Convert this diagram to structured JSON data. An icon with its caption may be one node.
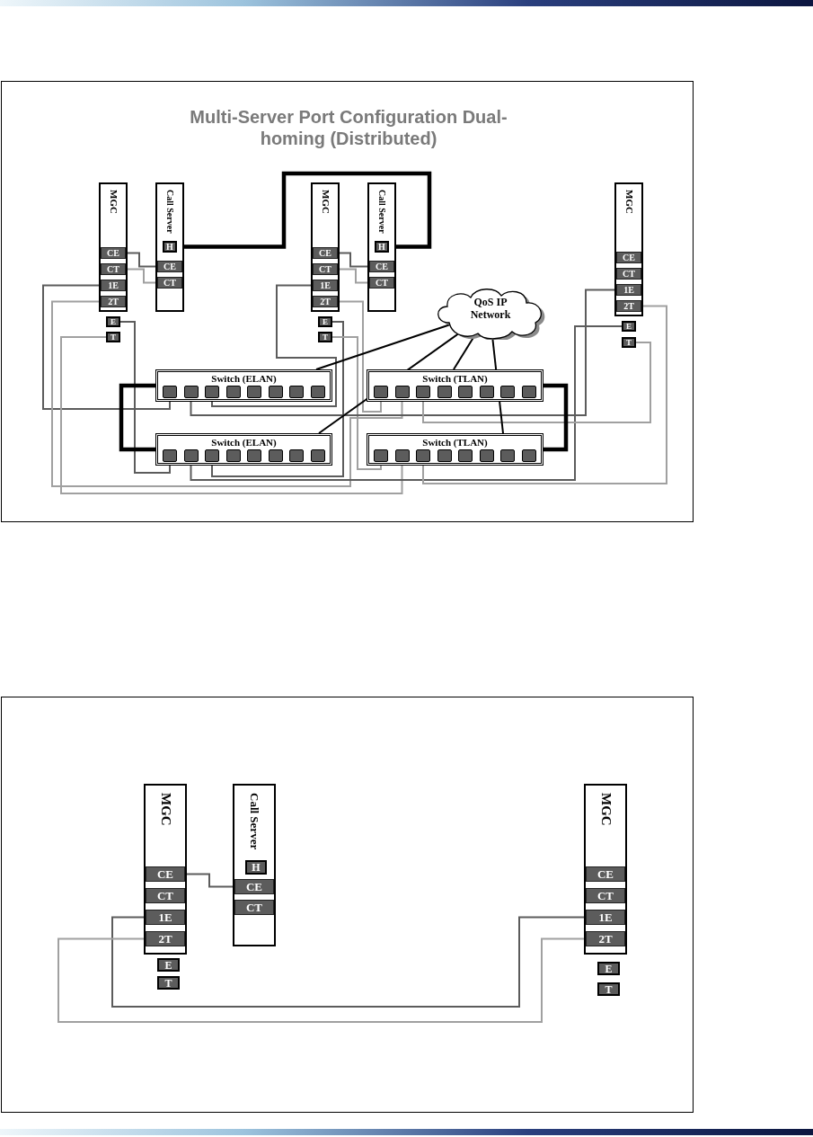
{
  "diagram": {
    "title": "Multi-Server Port Configuration Dual-homing (Distributed)",
    "nodes": [
      {
        "text": [
          "MGC"
        ]
      },
      {
        "text": [
          "CE"
        ],
        "in": 0
      },
      {
        "text": [
          "CT"
        ],
        "in": 0
      },
      {
        "text": [
          "1E"
        ],
        "in": 0
      },
      {
        "text": [
          "2T"
        ],
        "in": 0
      },
      {
        "text": [
          "E"
        ]
      },
      {
        "text": [
          "T"
        ]
      },
      {
        "text": [
          "Call Server"
        ]
      },
      {
        "text": [
          "H"
        ],
        "in": 7
      },
      {
        "text": [
          "CE"
        ],
        "in": 7
      },
      {
        "text": [
          "CT"
        ],
        "in": 7
      },
      {
        "text": [
          "MGC"
        ]
      },
      {
        "text": [
          "CE"
        ],
        "in": 11
      },
      {
        "text": [
          "CT"
        ],
        "in": 11
      },
      {
        "text": [
          "1E"
        ],
        "in": 11
      },
      {
        "text": [
          "2T"
        ],
        "in": 11
      },
      {
        "text": [
          "E"
        ]
      },
      {
        "text": [
          "T"
        ]
      },
      {
        "text": [
          "Call Server"
        ]
      },
      {
        "text": [
          "H"
        ],
        "in": 18
      },
      {
        "text": [
          "CE"
        ],
        "in": 18
      },
      {
        "text": [
          "CT"
        ],
        "in": 18
      },
      {
        "text": [
          "MGC"
        ]
      },
      {
        "text": [
          "CE"
        ],
        "in": 22
      },
      {
        "text": [
          "CT"
        ],
        "in": 22
      },
      {
        "text": [
          "1E"
        ],
        "in": 22
      },
      {
        "text": [
          "2T"
        ],
        "in": 22
      },
      {
        "text": [
          "E"
        ]
      },
      {
        "text": [
          "T"
        ]
      },
      {
        "text": [
          "QoS IP Network"
        ]
      },
      {
        "text": [
          "Switch (ELAN)"
        ]
      },
      {
        "text": [],
        "shape": "box",
        "in": 30
      },
      {
        "text": [],
        "shape": "box",
        "in": 30
      },
      {
        "text": [],
        "shape": "box",
        "in": 30
      },
      {
        "text": [],
        "shape": "box",
        "in": 30
      },
      {
        "text": [],
        "shape": "box",
        "in": 30
      },
      {
        "text": [],
        "shape": "box",
        "in": 30
      },
      {
        "text": [],
        "shape": "box",
        "in": 30
      },
      {
        "text": [],
        "shape": "box",
        "in": 30
      },
      {
        "text": [
          "Switch (TLAN)"
        ]
      },
      {
        "text": [],
        "shape": "box",
        "in": 39
      },
      {
        "text": [],
        "shape": "box",
        "in": 39
      },
      {
        "text": [],
        "shape": "box",
        "in": 39
      },
      {
        "text": [],
        "shape": "box",
        "in": 39
      },
      {
        "text": [],
        "shape": "box",
        "in": 39
      },
      {
        "text": [],
        "shape": "box",
        "in": 39
      },
      {
        "text": [],
        "shape": "box",
        "in": 39
      },
      {
        "text": [],
        "shape": "box",
        "in": 39
      },
      {
        "text": [
          "Switch (ELAN)"
        ]
      },
      {
        "text": [],
        "shape": "box",
        "in": 48
      },
      {
        "text": [],
        "shape": "box",
        "in": 48
      },
      {
        "text": [],
        "shape": "box",
        "in": 48
      },
      {
        "text": [],
        "shape": "box",
        "in": 48
      },
      {
        "text": [],
        "shape": "box",
        "in": 48
      },
      {
        "text": [],
        "shape": "box",
        "in": 48
      },
      {
        "text": [],
        "shape": "box",
        "in": 48
      },
      {
        "text": [],
        "shape": "box",
        "in": 48
      },
      {
        "text": [
          "Switch (TLAN)"
        ]
      },
      {
        "text": [],
        "shape": "box",
        "in": 57
      },
      {
        "text": [],
        "shape": "box",
        "in": 57
      },
      {
        "text": [],
        "shape": "box",
        "in": 57
      },
      {
        "text": [],
        "shape": "box",
        "in": 57
      },
      {
        "text": [],
        "shape": "box",
        "in": 57
      },
      {
        "text": [],
        "shape": "box",
        "in": 57
      },
      {
        "text": [],
        "shape": "box",
        "in": 57
      },
      {
        "text": [],
        "shape": "box",
        "in": 57
      },
      {
        "text": [
          "MGC"
        ]
      },
      {
        "text": [
          "CE"
        ],
        "in": 66
      },
      {
        "text": [
          "CT"
        ],
        "in": 66
      },
      {
        "text": [
          "1E"
        ],
        "in": 66
      },
      {
        "text": [
          "2T"
        ],
        "in": 66
      },
      {
        "text": [
          "E"
        ]
      },
      {
        "text": [
          "T"
        ]
      },
      {
        "text": [
          "Call Server"
        ]
      },
      {
        "text": [
          "H"
        ],
        "in": 73
      },
      {
        "text": [
          "CE"
        ],
        "in": 73
      },
      {
        "text": [
          "CT"
        ],
        "in": 73
      },
      {
        "text": [
          "MGC"
        ]
      },
      {
        "text": [
          "CE"
        ],
        "in": 77
      },
      {
        "text": [
          "CT"
        ],
        "in": 77
      },
      {
        "text": [
          "1E"
        ],
        "in": 77
      },
      {
        "text": [
          "2T"
        ],
        "in": 77
      },
      {
        "text": [
          "E"
        ]
      },
      {
        "text": [
          "T"
        ]
      }
    ],
    "edges": [
      {
        "from": 8,
        "to": 19,
        "arrow": "none",
        "style": "thick",
        "color": "#000000"
      },
      {
        "from": 1,
        "to": 9,
        "arrow": "none"
      },
      {
        "from": 2,
        "to": 10,
        "arrow": "none",
        "color": "#a0a0a0"
      },
      {
        "from": 12,
        "to": 20,
        "arrow": "none"
      },
      {
        "from": 13,
        "to": 21,
        "arrow": "none",
        "color": "#a0a0a0"
      },
      {
        "from": 3,
        "to": 31,
        "arrow": "none"
      },
      {
        "from": 5,
        "to": 49,
        "arrow": "none"
      },
      {
        "from": 4,
        "to": 41,
        "arrow": "none",
        "color": "#a0a0a0"
      },
      {
        "from": 6,
        "to": 59,
        "arrow": "none",
        "color": "#a0a0a0"
      },
      {
        "from": 14,
        "to": 33,
        "arrow": "none"
      },
      {
        "from": 16,
        "to": 51,
        "arrow": "none"
      },
      {
        "from": 15,
        "to": 40,
        "arrow": "none",
        "color": "#a0a0a0"
      },
      {
        "from": 17,
        "to": 58,
        "arrow": "none",
        "color": "#a0a0a0"
      },
      {
        "from": 25,
        "to": 32,
        "arrow": "none"
      },
      {
        "from": 27,
        "to": 50,
        "arrow": "none"
      },
      {
        "from": 26,
        "to": 60,
        "arrow": "none",
        "color": "#a0a0a0"
      },
      {
        "from": 28,
        "to": 42,
        "arrow": "none",
        "color": "#a0a0a0"
      },
      {
        "from": 30,
        "to": 48,
        "arrow": "none",
        "style": "thick",
        "color": "#000000"
      },
      {
        "from": 39,
        "to": 57,
        "arrow": "none",
        "style": "thick",
        "color": "#000000"
      },
      {
        "from": 29,
        "to": 30,
        "arrow": "none",
        "color": "#000000"
      },
      {
        "from": 29,
        "to": 48,
        "arrow": "none",
        "color": "#000000"
      },
      {
        "from": 29,
        "to": 39,
        "arrow": "none",
        "color": "#000000"
      },
      {
        "from": 29,
        "to": 57,
        "arrow": "none",
        "color": "#000000"
      },
      {
        "from": 67,
        "to": 75,
        "arrow": "none"
      },
      {
        "from": 69,
        "to": 80,
        "arrow": "none"
      },
      {
        "from": 70,
        "to": 81,
        "arrow": "none",
        "color": "#a0a0a0"
      }
    ]
  }
}
